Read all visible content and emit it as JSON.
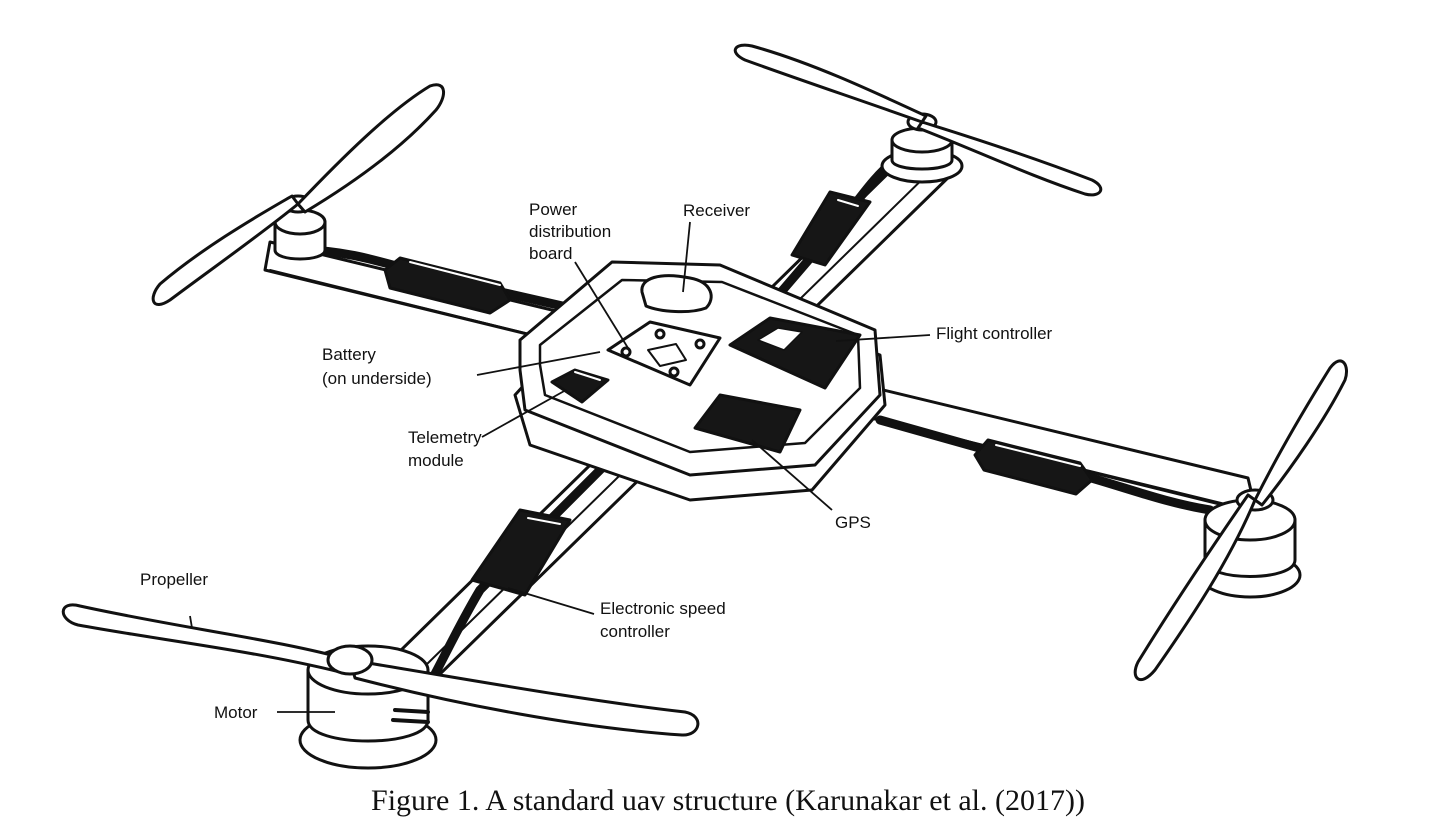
{
  "caption": "Figure 1. A standard uav structure (Karunakar et al. (2017))",
  "colors": {
    "ink": "#111111",
    "fill": "#ffffff",
    "component": "#161616"
  },
  "labels": {
    "power_distribution_board": [
      "Power",
      "distribution",
      "board"
    ],
    "receiver": "Receiver",
    "flight_controller": "Flight controller",
    "battery": [
      "Battery",
      "(on underside)"
    ],
    "telemetry_module": [
      "Telemetry",
      "module"
    ],
    "gps": "GPS",
    "propeller": "Propeller",
    "electronic_speed_controller": [
      "Electronic speed",
      "controller"
    ],
    "motor": "Motor"
  }
}
